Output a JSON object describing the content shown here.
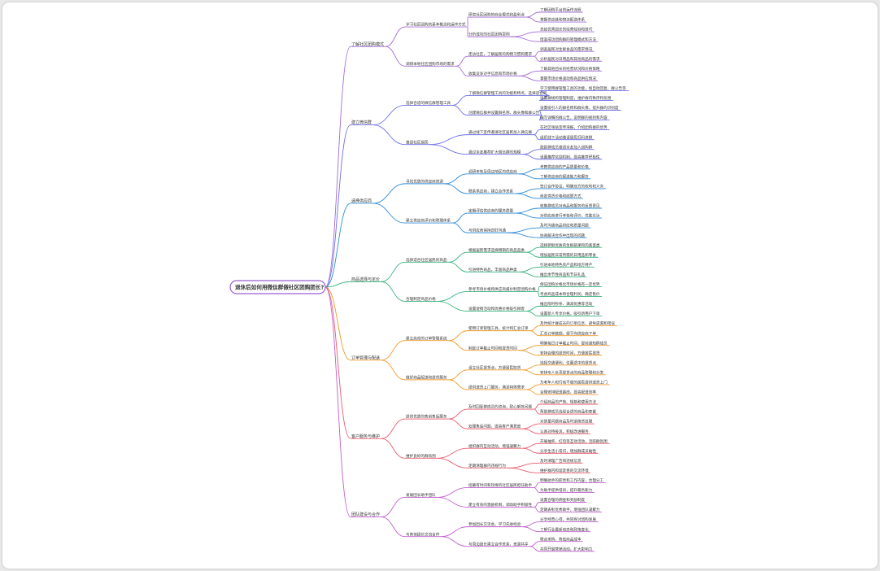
{
  "root": "退休后如何用微信群做社区团购团长?",
  "colors": [
    "#a56bd6",
    "#6d6ee8",
    "#2e8bd9",
    "#37b37e",
    "#f09a2a",
    "#ea5a6d",
    "#c25fcf",
    "#8a5ad4"
  ],
  "branches": [
    {
      "label": "了解社区团购模式",
      "children": [
        {
          "label": "学习社区团购的基本概念和运作方式",
          "children": [
            {
              "label": "研究社区团购的商业模式和盈利点",
              "children": [
                "了解团购平台的运作流程",
                "掌握供应链和物流配送体系"
              ]
            },
            {
              "label": "分析成功的社区团购案例",
              "children": [
                "总结优秀团长的经营经验和技巧",
                "借鉴成功团购群的管理模式和方法"
              ]
            }
          ]
        },
        {
          "label": "调研本地社区团购市场的需求",
          "children": [
            {
              "label": "走访社区，了解居民的购物习惯和需求",
              "children": [
                "调查居民对生鲜食品的需求情况",
                "分析居民对日用品和其他商品的需求"
              ]
            },
            {
              "label": "收集竞争对手信息和市场价格",
              "children": [
                "了解其他团长的经营状况和价格策略",
                "掌握市场价格波动和商品供应情况"
              ]
            }
          ]
        }
      ]
    },
    {
      "label": "建立微信群",
      "children": [
        {
          "label": "选择合适的微信群管理工具",
          "children": [
            {
              "label": "了解微信群管理工具的功能和特点，选择适合的",
              "children": [
                "学习使用群管理工具的功能，如自动回复、群公告等",
                "设置群规和管理制度，维护群内秩序和氛围"
              ]
            },
            {
              "label": "创建微信群并设置群名称、群头像和群公告",
              "children": [
                "设置吸引人的群名称和群头像，提升群的识别度",
                "编写详细的群公告，说明群的规则和内容"
              ]
            }
          ]
        },
        {
          "label": "邀请社区居民",
          "children": [
            {
              "label": "通过线下宣传邀请社区居民加入微信群",
              "children": [
                "在社区张贴宣传海报，介绍团购群的优势",
                "组织线下活动邀请居民扫码进群"
              ]
            },
            {
              "label": "通过亲友推荐扩大微信群的规模",
              "children": [
                "鼓励群成员邀请亲友加入团购群",
                "设置推荐奖励机制，提高推荐积极性"
              ]
            }
          ]
        }
      ]
    },
    {
      "label": "选择供应商",
      "children": [
        {
          "label": "寻找优质的供应商资源",
          "children": [
            {
              "label": "调研本地及周边地区的供应商",
              "children": [
                "考察供应商的产品质量和价格",
                "了解供应商的配送能力和服务"
              ]
            },
            {
              "label": "联系供应商，建立合作关系",
              "children": [
                "签订合作协议，明确双方的权利和义务",
                "商定供货价格和结算方式"
              ]
            }
          ]
        },
        {
          "label": "建立供应商评价和管理体系",
          "children": [
            {
              "label": "定期评估供应商的服务质量",
              "children": [
                "收集群成员对商品和服务的反馈意见",
                "对供应商进行考核和评价，优胜劣汰"
              ]
            },
            {
              "label": "与供应商保持良好沟通",
              "children": [
                "及时沟通商品供应和质量问题",
                "协商解决合作中出现的问题"
              ]
            }
          ]
        }
      ]
    },
    {
      "label": "商品选择与定价",
      "children": [
        {
          "label": "选择适合社区居民的商品",
          "children": [
            {
              "label": "根据居民需求选择畅销的商品品类",
              "children": [
                "选择新鲜优质的生鲜蔬果和肉禽蛋类",
                "增加居民日常所需的日用品和零食"
              ]
            },
            {
              "label": "引进特色商品，丰富商品种类",
              "children": [
                "引进本地特色农产品和地方特产",
                "推出季节性商品和节日礼品"
              ]
            }
          ]
        },
        {
          "label": "合理制定商品价格",
          "children": [
            {
              "label": "参考市场价格和供应商报价制定团购价格",
              "children": [
                "保证团购价格比市场价格有一定优势",
                "考虑商品成本和合理利润，确定售价"
              ]
            },
            {
              "label": "设置促销活动和优惠价格吸引顾客",
              "children": [
                "推出限时秒杀、满减优惠等活动",
                "设置新人专享价格，吸引新用户下单"
              ]
            }
          ]
        }
      ]
    },
    {
      "label": "订单管理与配送",
      "children": [
        {
          "label": "建立高效的订单管理系统",
          "children": [
            {
              "label": "使用订单管理工具，统计和汇总订单",
              "children": [
                "及时统计群成员的订单信息，避免遗漏和错误",
                "汇总订单数据，便于向供应商下单"
              ]
            },
            {
              "label": "制定订单截止时间和提货时间",
              "children": [
                "明确每日订单截止时间，提前通知群成员",
                "安排合理的提货时间，方便居民提货"
              ]
            }
          ]
        },
        {
          "label": "做好商品配送和提货服务",
          "children": [
            {
              "label": "设立社区提货点，方便居民取货",
              "children": [
                "选择交通便利、位置适中的提货点",
                "安排专人负责提货点的商品管理和分发"
              ]
            },
            {
              "label": "提供送货上门服务，满足特殊需求",
              "children": [
                "为老年人和行动不便的居民提供送货上门",
                "合理安排配送路线，提高配送效率"
              ]
            }
          ]
        }
      ]
    },
    {
      "label": "客户服务与维护",
      "children": [
        {
          "label": "提供优质的售前售后服务",
          "children": [
            {
              "label": "及时回复群成员的咨询，耐心解答问题",
              "children": [
                "介绍商品的产地、规格和使用方法",
                "帮助群成员选择合适的商品和套餐"
              ]
            },
            {
              "label": "处理售后问题，提高客户满意度",
              "children": [
                "对质量问题商品及时退换货处理",
                "认真对待投诉，积极改进服务"
              ]
            }
          ]
        },
        {
          "label": "维护良好的群氛围",
          "children": [
            {
              "label": "组织群内互动活动，增强凝聚力",
              "children": [
                "开展抽奖、红包等互动活动，活跃群氛围",
                "分享生活小常识，增加群成员黏性"
              ]
            },
            {
              "label": "定期清理群内违规行为",
              "children": [
                "及时清理广告和违规信息",
                "维护群内和谐友善的交流环境"
              ]
            }
          ]
        }
      ]
    },
    {
      "label": "团队建设与合作",
      "children": [
        {
          "label": "发展团长助手团队",
          "children": [
            {
              "label": "招募有时间和热情的社区居民担任助手",
              "children": [
                "明确助手的职责和工作内容，合理分工",
                "为助手提供培训，提升服务能力"
              ]
            },
            {
              "label": "建立有效的激励机制，调动助手积极性",
              "children": [
                "设置合理的佣金和奖励制度",
                "定期表彰优秀助手，增强团队凝聚力"
              ]
            }
          ]
        },
        {
          "label": "与其他团长交流合作",
          "children": [
            {
              "label": "参加团长交流会，学习先进经验",
              "children": [
                "分享经营心得，共同探讨团购发展",
                "了解行业最新动态和政策变化"
              ]
            },
            {
              "label": "与周边团长建立合作关系，资源共享",
              "children": [
                "联合采购，降低商品成本",
                "共同开展营销活动，扩大影响力"
              ]
            }
          ]
        }
      ]
    }
  ]
}
